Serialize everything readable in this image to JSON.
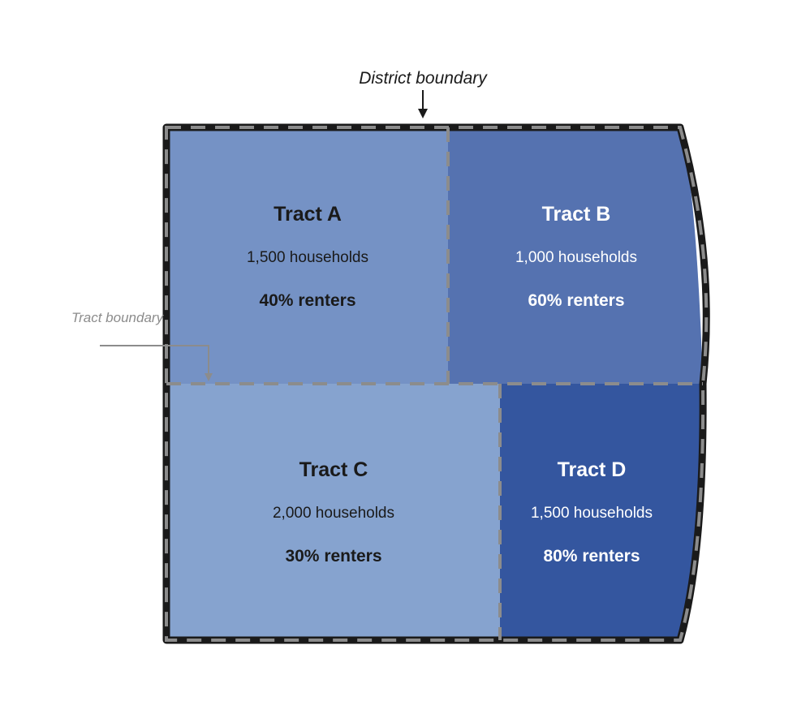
{
  "district_label": "District boundary",
  "tract_boundary_label": "Tract boundary",
  "colors": {
    "tract_a": "#7592c5",
    "tract_b": "#5572b0",
    "tract_c": "#86a3cf",
    "tract_d": "#34569f",
    "district_border": "#1a1a1a",
    "dash": "#8c8c8c",
    "tract_boundary_text": "#8c8c8c",
    "dark_text": "#1a1a1a",
    "light_text": "#ffffff"
  },
  "tracts": {
    "a": {
      "name": "Tract A",
      "households": "1,500 households",
      "renters": "40% renters"
    },
    "b": {
      "name": "Tract B",
      "households": "1,000 households",
      "renters": "60% renters"
    },
    "c": {
      "name": "Tract C",
      "households": "2,000 households",
      "renters": "30% renters"
    },
    "d": {
      "name": "Tract D",
      "households": "1,500 households",
      "renters": "80% renters"
    }
  }
}
